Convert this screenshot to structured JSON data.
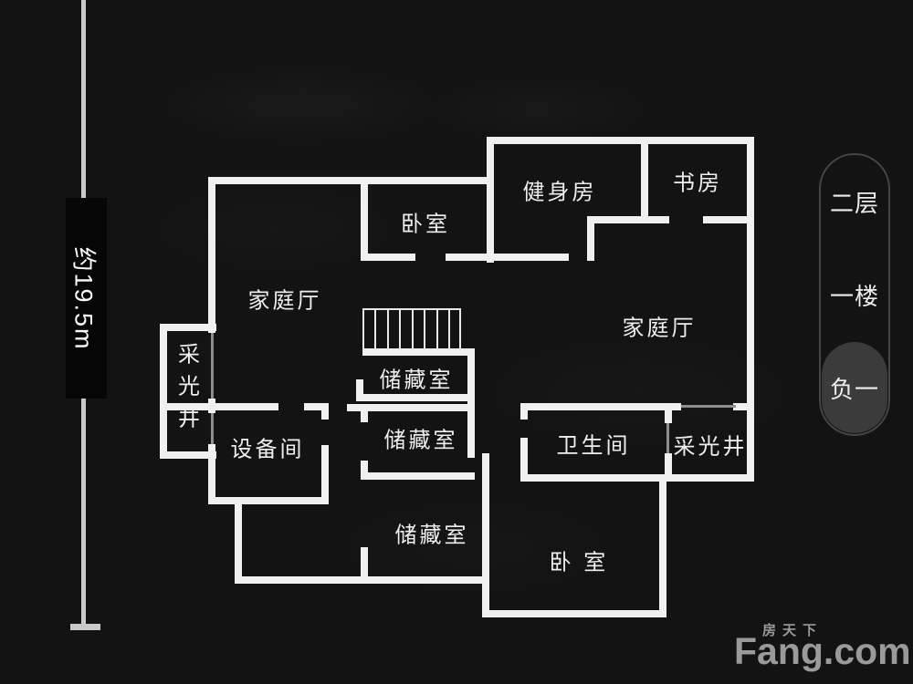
{
  "dimension": {
    "label": "约19.5m"
  },
  "floor_switcher": {
    "items": [
      {
        "label": "二层",
        "selected": false
      },
      {
        "label": "一楼",
        "selected": false
      },
      {
        "label": "负一",
        "selected": true
      }
    ]
  },
  "watermark": {
    "brand_cn": "房天下",
    "brand_en": "Fang.com"
  },
  "rooms": [
    {
      "id": "family-hall-left",
      "name": "家庭厅"
    },
    {
      "id": "bedroom-top",
      "name": "卧室"
    },
    {
      "id": "gym",
      "name": "健身房"
    },
    {
      "id": "study",
      "name": "书房"
    },
    {
      "id": "family-hall-right",
      "name": "家庭厅"
    },
    {
      "id": "light-well-left",
      "name": "采光井"
    },
    {
      "id": "equipment-room",
      "name": "设备间"
    },
    {
      "id": "storage-under-stairs",
      "name": "储藏室"
    },
    {
      "id": "storage-middle",
      "name": "储藏室"
    },
    {
      "id": "bathroom",
      "name": "卫生间"
    },
    {
      "id": "light-well-right",
      "name": "采光井"
    },
    {
      "id": "storage-bottom",
      "name": "储藏室"
    },
    {
      "id": "bedroom-bottom",
      "name": "卧 室"
    }
  ],
  "colors": {
    "background": "#131313",
    "wall": "#f0f0f0",
    "window_line": "#8e8e8e",
    "label_text": "#efefef",
    "selected_pill": "#3b3b3b",
    "switcher_border": "#454545",
    "dimension_line": "#c9c9c9",
    "logo": "#9a9a9a"
  }
}
